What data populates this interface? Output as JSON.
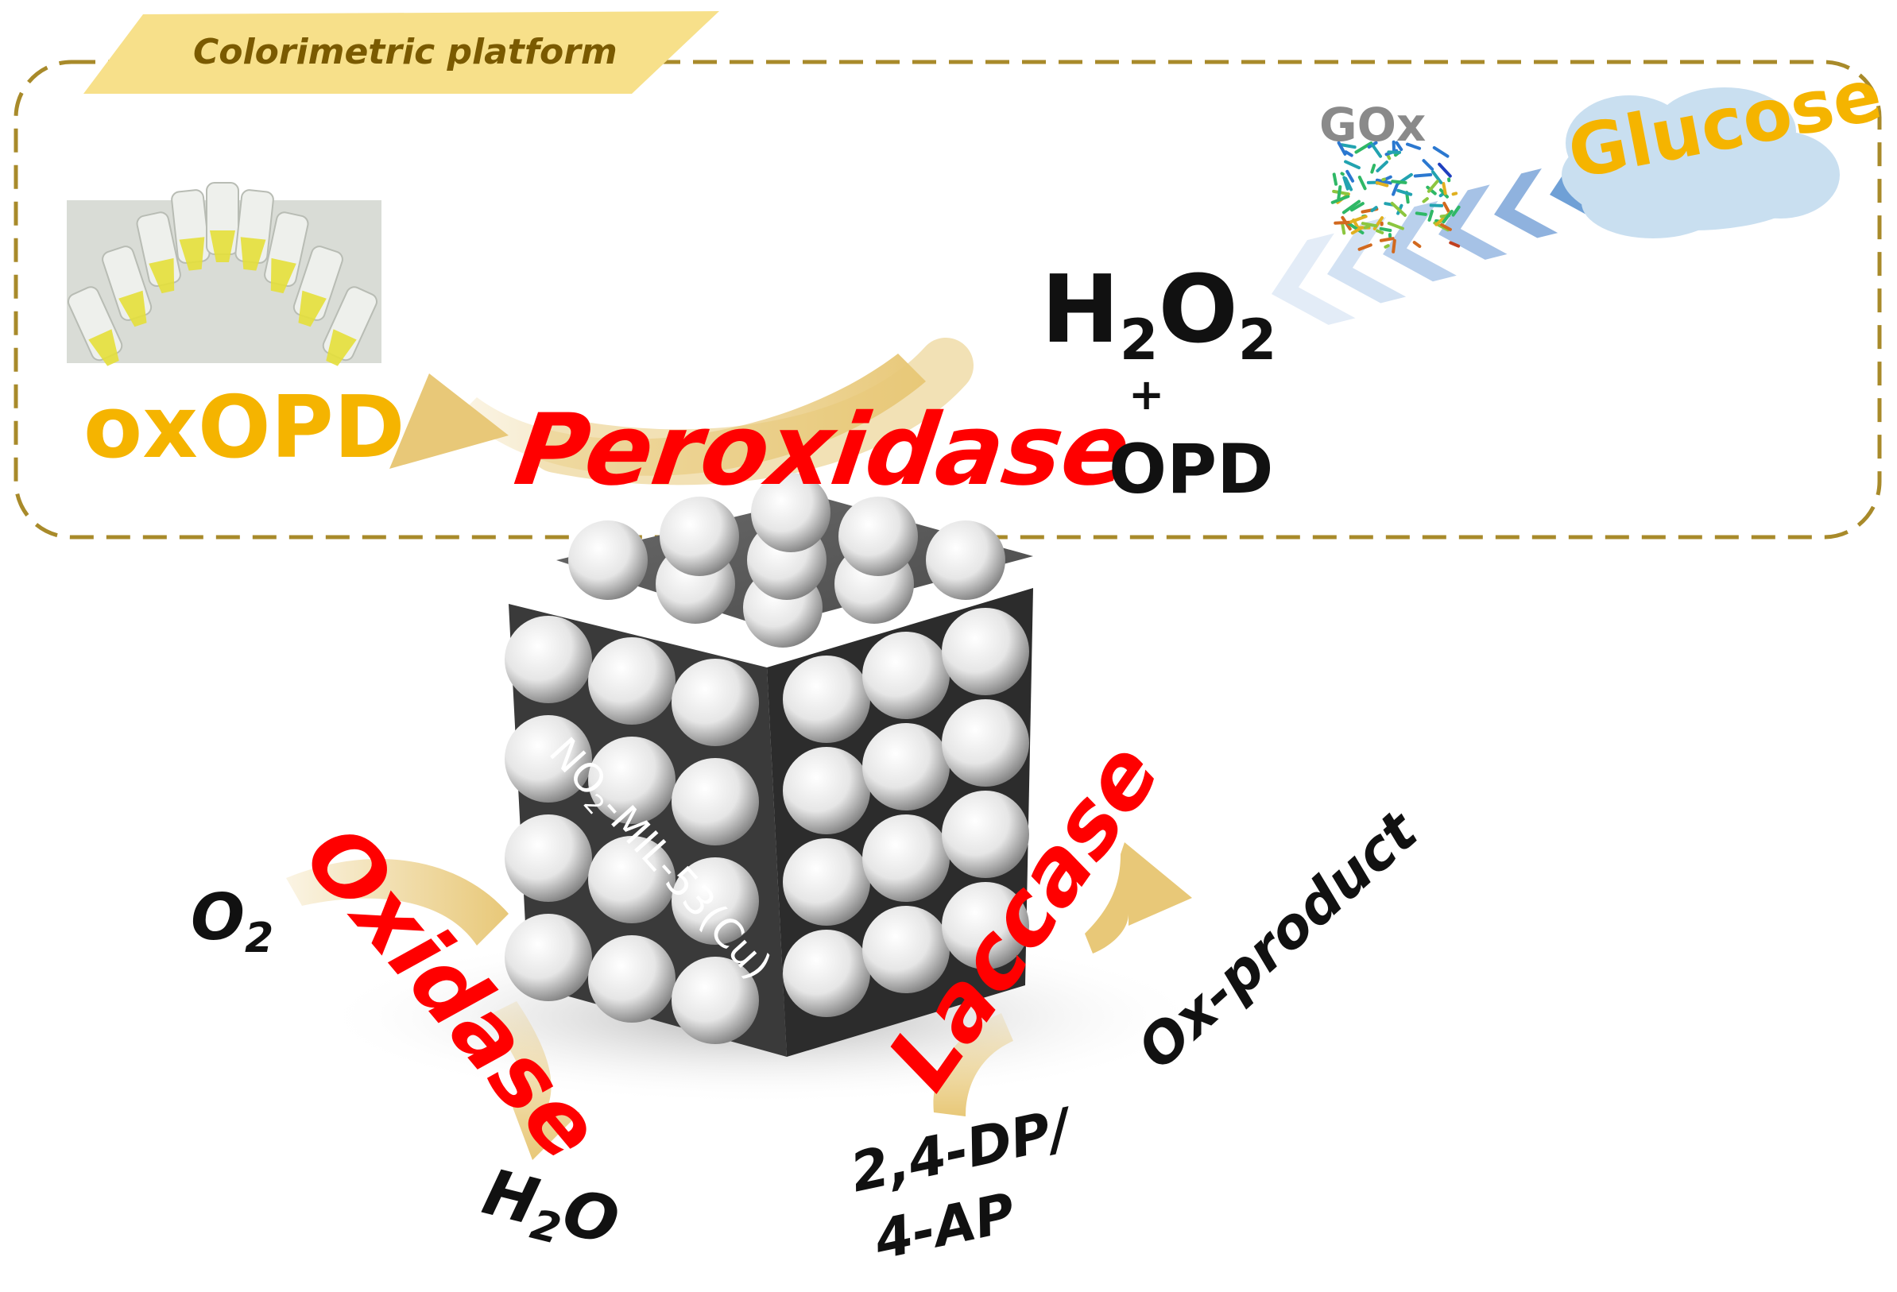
{
  "banner": {
    "text": "Colorimetric platform"
  },
  "labels": {
    "oxopd": "oxOPD",
    "peroxidase": "Peroxidase",
    "h2o2_main": "H",
    "h2o2_sub1": "2",
    "h2o2_mid": "O",
    "h2o2_sub2": "2",
    "plus": "+",
    "opd": "OPD",
    "gox": "GOx",
    "glucose": "Glucose",
    "o2_main": "O",
    "o2_sub": "2",
    "oxidase": "Oxidase",
    "laccase": "Laccase",
    "oxproduct": "Ox-product",
    "h2o_h": "H",
    "h2o_sub": "2",
    "h2o_o": "O",
    "dp": "2,4-DP/",
    "ap": "4-AP",
    "mof_a": "NO",
    "mof_sub": "2",
    "mof_b": "-MIL-53(Cu)"
  },
  "colors": {
    "dashed_border": "#a88a2a",
    "banner_fill": "#f7e08a",
    "arrow_gold": "#e8c878",
    "highlight_red": "#ff0000",
    "label_gold": "#f5b400",
    "chevron_blue": "#3f86c9",
    "cube_dark": "#3a3a3a",
    "cloud": "#c9dff0"
  }
}
